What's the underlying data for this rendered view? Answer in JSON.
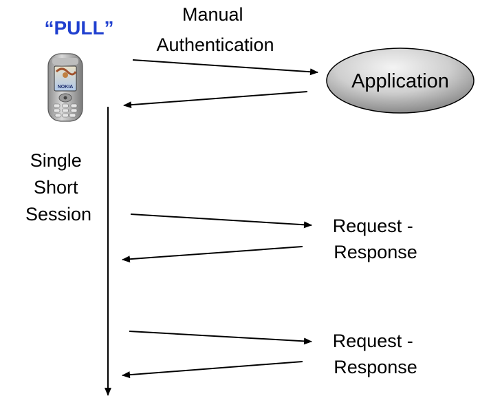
{
  "title": "“PULL”",
  "auth_label": [
    "Manual",
    "Authentication"
  ],
  "app_label": "Application",
  "session_label": [
    "Single",
    "Short",
    "Session"
  ],
  "exchanges": [
    {
      "label": [
        "Request -",
        "Response"
      ]
    },
    {
      "label": [
        "Request -",
        "Response"
      ]
    }
  ],
  "device_brand": "NOKIA",
  "colors": {
    "title": "#1f3fcf",
    "ink": "#000000",
    "ellipse_light": "#f4f4f4",
    "ellipse_dark": "#8a8a8a"
  },
  "icons": {
    "device": "mobile-phone-icon"
  }
}
